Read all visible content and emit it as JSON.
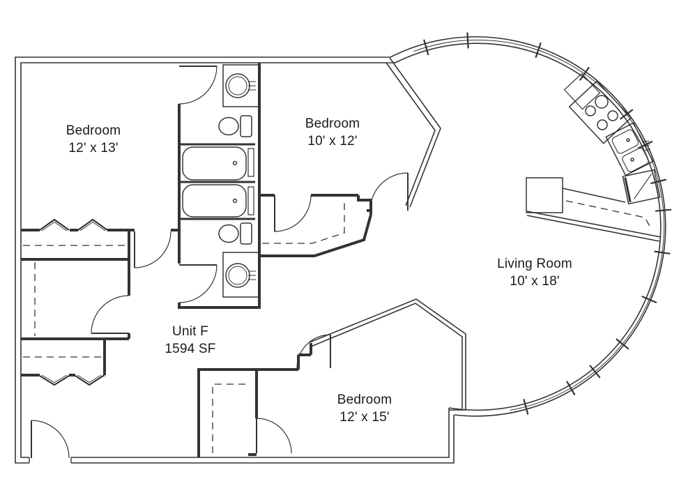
{
  "unit": {
    "name": "Unit F",
    "area": "1594 SF"
  },
  "rooms": [
    {
      "id": "bedroom-1",
      "name": "Bedroom",
      "dimensions": "12' x 13'"
    },
    {
      "id": "bedroom-2",
      "name": "Bedroom",
      "dimensions": "10' x 12'"
    },
    {
      "id": "living-room",
      "name": "Living Room",
      "dimensions": "10' x 18'"
    },
    {
      "id": "bedroom-3",
      "name": "Bedroom",
      "dimensions": "12' x 15'"
    }
  ],
  "fixtures": {
    "bathrooms": [
      "bathtub",
      "bathtub",
      "toilet",
      "toilet",
      "round-sink",
      "round-sink"
    ],
    "kitchen": [
      "cooktop-4-burners",
      "double-basin-sink",
      "refrigerator",
      "counter",
      "bar-counter"
    ],
    "other": [
      "bifold-closet-doors",
      "closet-rod-dashed-lines",
      "swing-doors",
      "curved-window-wall"
    ]
  },
  "colors": {
    "background": "#ffffff",
    "line": "#333333",
    "text": "#1a1a1a"
  }
}
